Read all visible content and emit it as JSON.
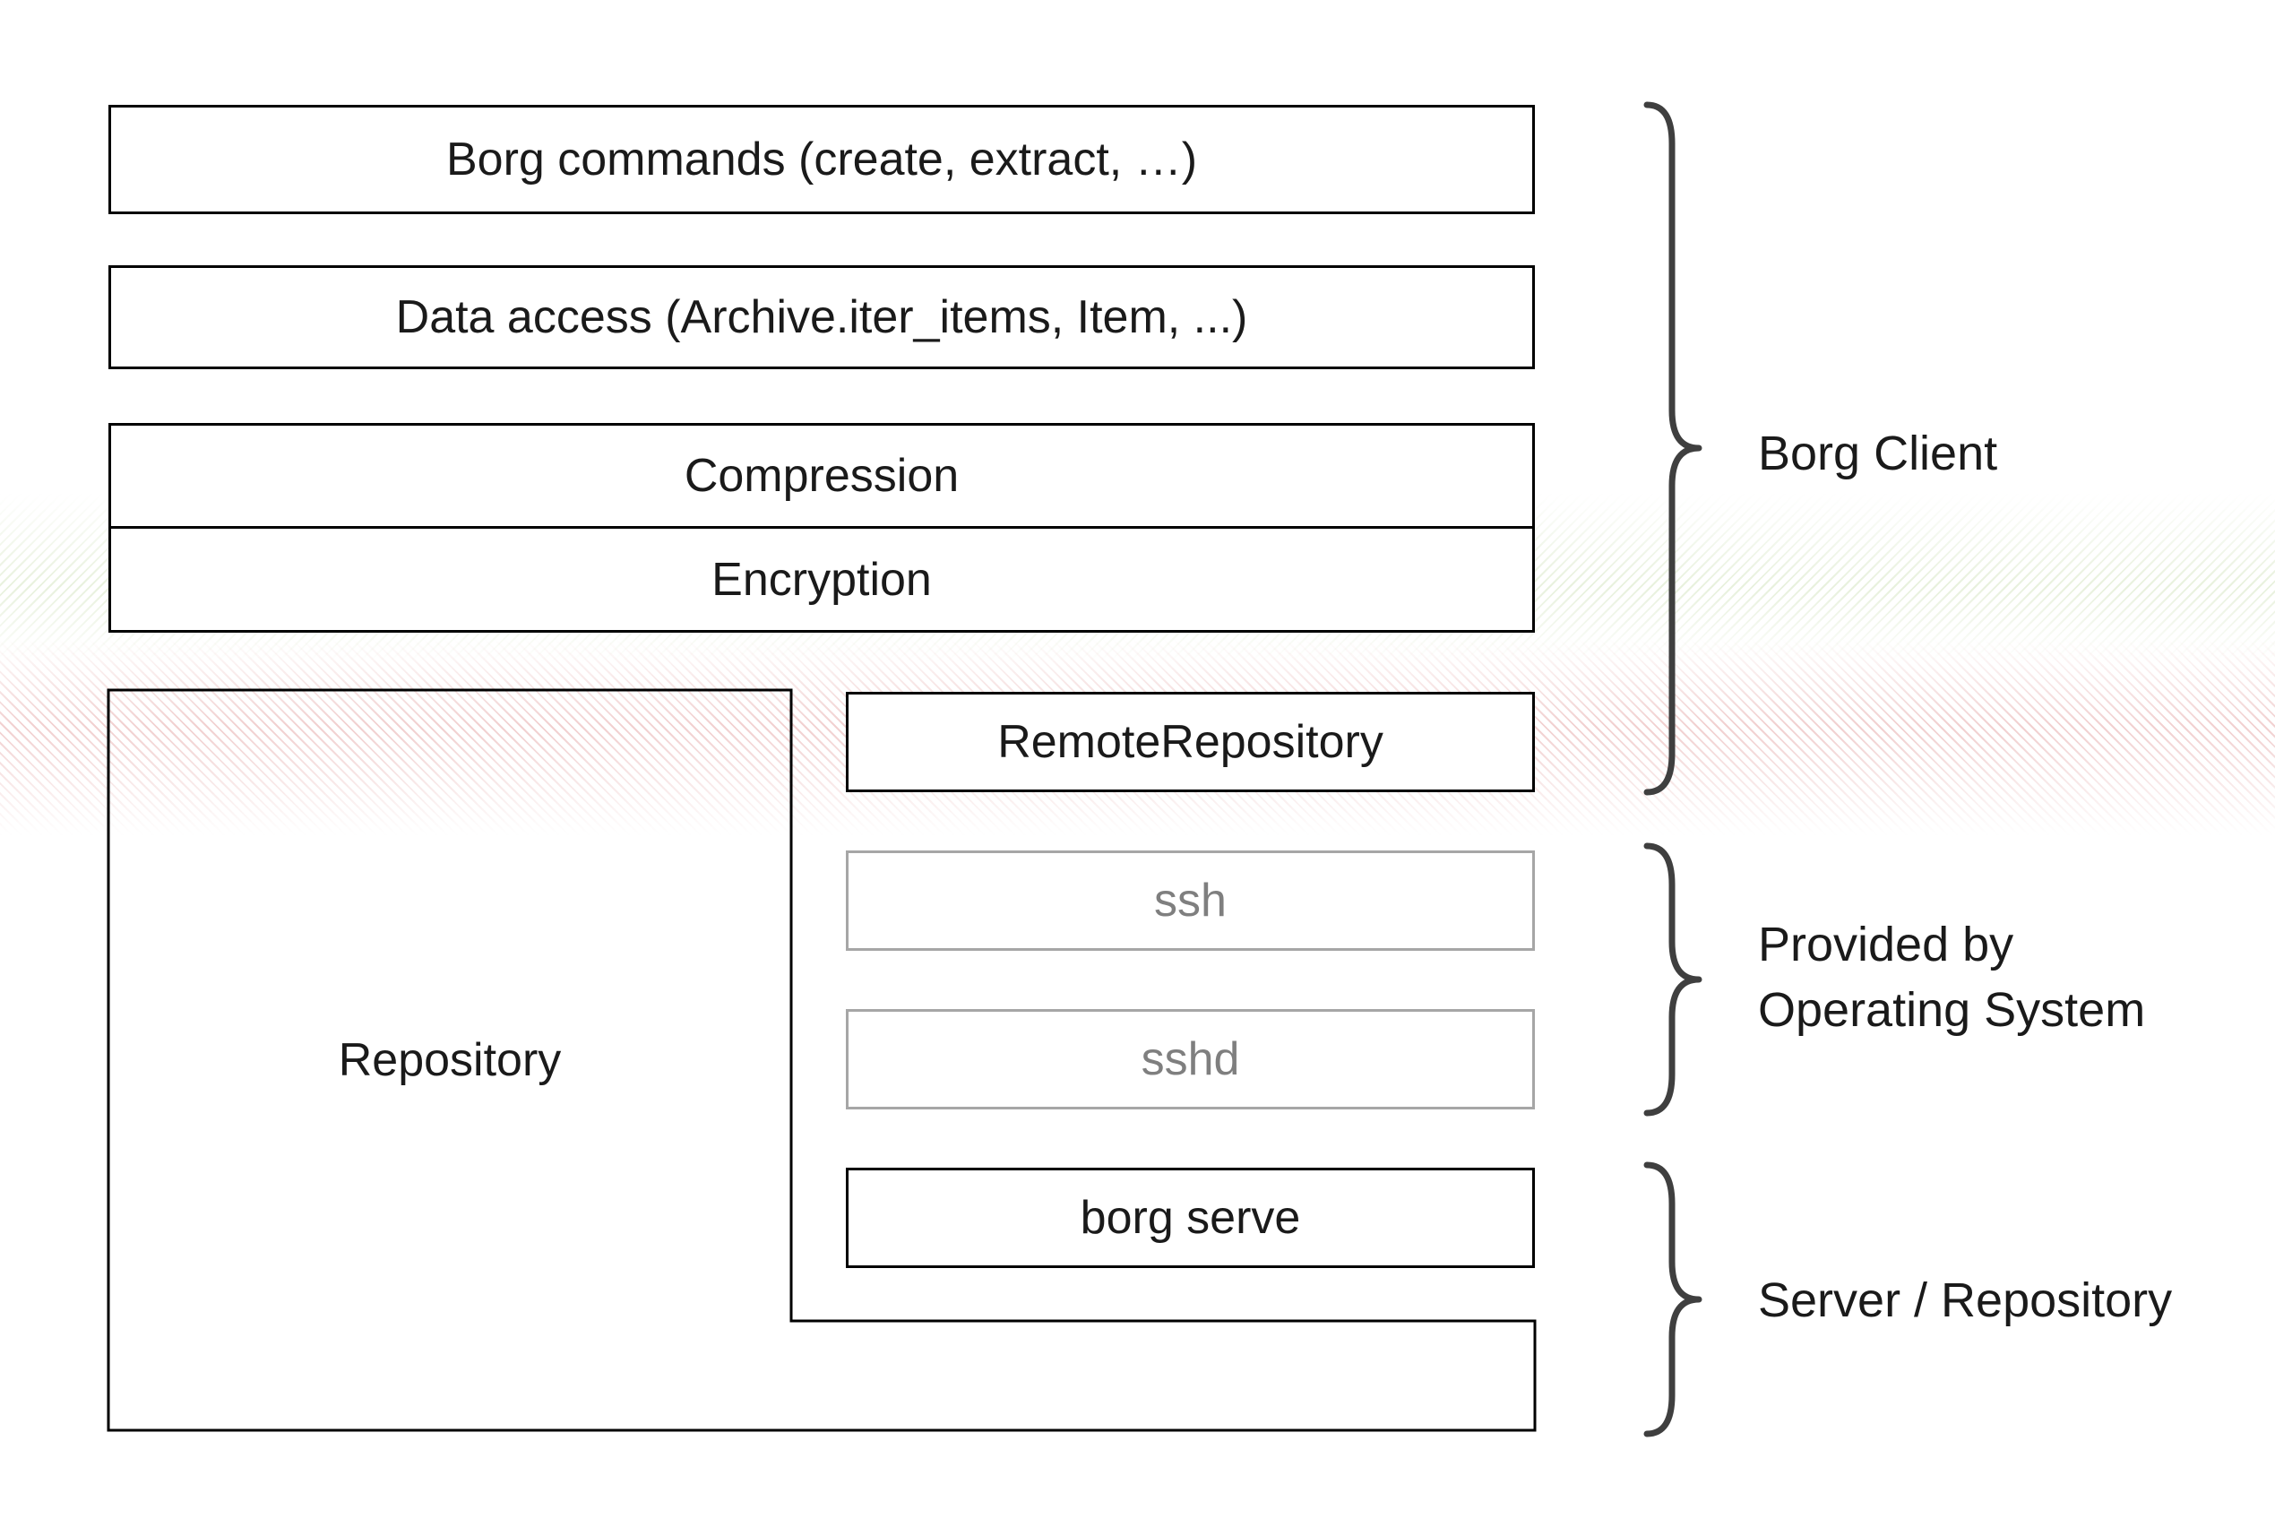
{
  "diagram": {
    "boxes": {
      "borg_commands": "Borg commands (create, extract, …)",
      "data_access": "Data access (Archive.iter_items, Item, ...)",
      "compression": "Compression",
      "encryption": "Encryption",
      "repository": "Repository",
      "remote_repository": "RemoteRepository",
      "ssh": "ssh",
      "sshd": "sshd",
      "borg_serve": "borg serve"
    },
    "braces": {
      "borg_client": "Borg Client",
      "provided_by_line1": "Provided by",
      "provided_by_line2": "Operating System",
      "server_repository": "Server / Repository"
    },
    "colors": {
      "box_border": "#000000",
      "muted_border": "#a6a6a6",
      "muted_text": "#7f7f7f",
      "text": "#1a1a1a",
      "brace": "#3f3f3f",
      "hatch_green": "#96be64",
      "hatch_red": "#cd5555"
    }
  }
}
